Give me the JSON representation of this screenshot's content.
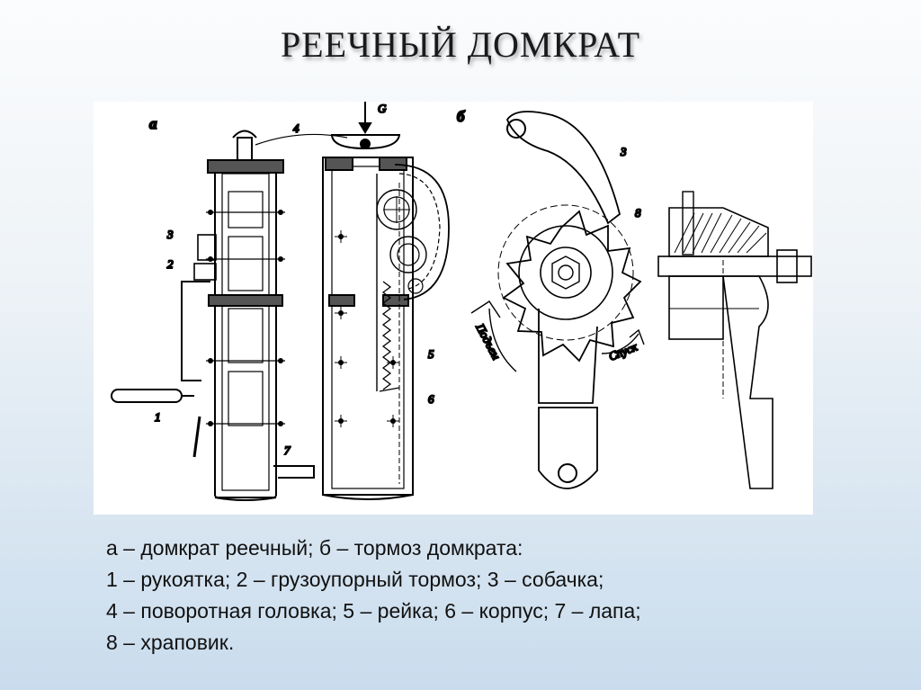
{
  "slide": {
    "title": "РЕЕЧНЫЙ ДОМКРАТ"
  },
  "figure": {
    "panel_a": "а",
    "panel_b": "б",
    "load_label": "G",
    "part_labels": {
      "l1": "1",
      "l2": "2",
      "l3": "3",
      "l4": "4",
      "l5": "5",
      "l6": "6",
      "l7": "7",
      "lb3": "3",
      "lb8": "8"
    },
    "arrow_up_label": "Подъем",
    "arrow_down_label": "Спуск"
  },
  "caption": {
    "lines": [
      "а – домкрат реечный; б – тормоз домкрата:",
      "1 – рукоятка; 2 – грузоупорный тормоз; 3 – собачка;",
      "4 – поворотная головка; 5 – рейка; 6 – корпус; 7 – лапа;",
      "8 – храповик."
    ]
  }
}
